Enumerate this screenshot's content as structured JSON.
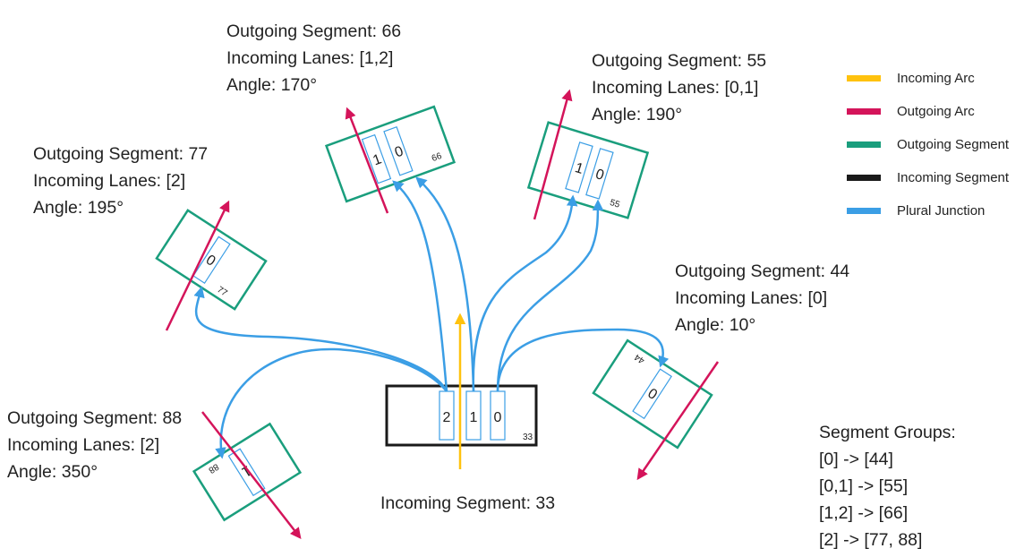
{
  "segments": {
    "s66": {
      "title": "Outgoing Segment: 66",
      "lanes": "Incoming Lanes: [1,2]",
      "angle": "Angle: 170°",
      "id": "66",
      "lane_labels": [
        "1",
        "0"
      ]
    },
    "s55": {
      "title": "Outgoing Segment: 55",
      "lanes": "Incoming Lanes: [0,1]",
      "angle": "Angle: 190°",
      "id": "55",
      "lane_labels": [
        "1",
        "0"
      ]
    },
    "s77": {
      "title": "Outgoing Segment: 77",
      "lanes": "Incoming Lanes: [2]",
      "angle": "Angle: 195°",
      "id": "77",
      "lane_labels": [
        "0"
      ]
    },
    "s44": {
      "title": "Outgoing Segment: 44",
      "lanes": "Incoming Lanes: [0]",
      "angle": "Angle: 10°",
      "id": "44",
      "lane_labels": [
        "0"
      ]
    },
    "s88": {
      "title": "Outgoing Segment: 88",
      "lanes": "Incoming Lanes: [2]",
      "angle": "Angle: 350°",
      "id": "88",
      "lane_labels": [
        "1"
      ]
    }
  },
  "incoming": {
    "label": "Incoming Segment: 33",
    "id": "33",
    "lane_labels": [
      "2",
      "1",
      "0"
    ]
  },
  "legend": [
    {
      "label": "Incoming Arc",
      "color": "#ffc20e"
    },
    {
      "label": "Outgoing Arc",
      "color": "#d4145a"
    },
    {
      "label": "Outgoing Segment",
      "color": "#1a9e7d"
    },
    {
      "label": "Incoming Segment",
      "color": "#1a1a1a"
    },
    {
      "label": "Plural Junction",
      "color": "#3b9ee5"
    }
  ],
  "groups": {
    "title": "Segment Groups:",
    "items": [
      "[0] -> [44]",
      "[0,1] -> [55]",
      "[1,2] -> [66]",
      "[2] -> [77, 88]"
    ]
  }
}
